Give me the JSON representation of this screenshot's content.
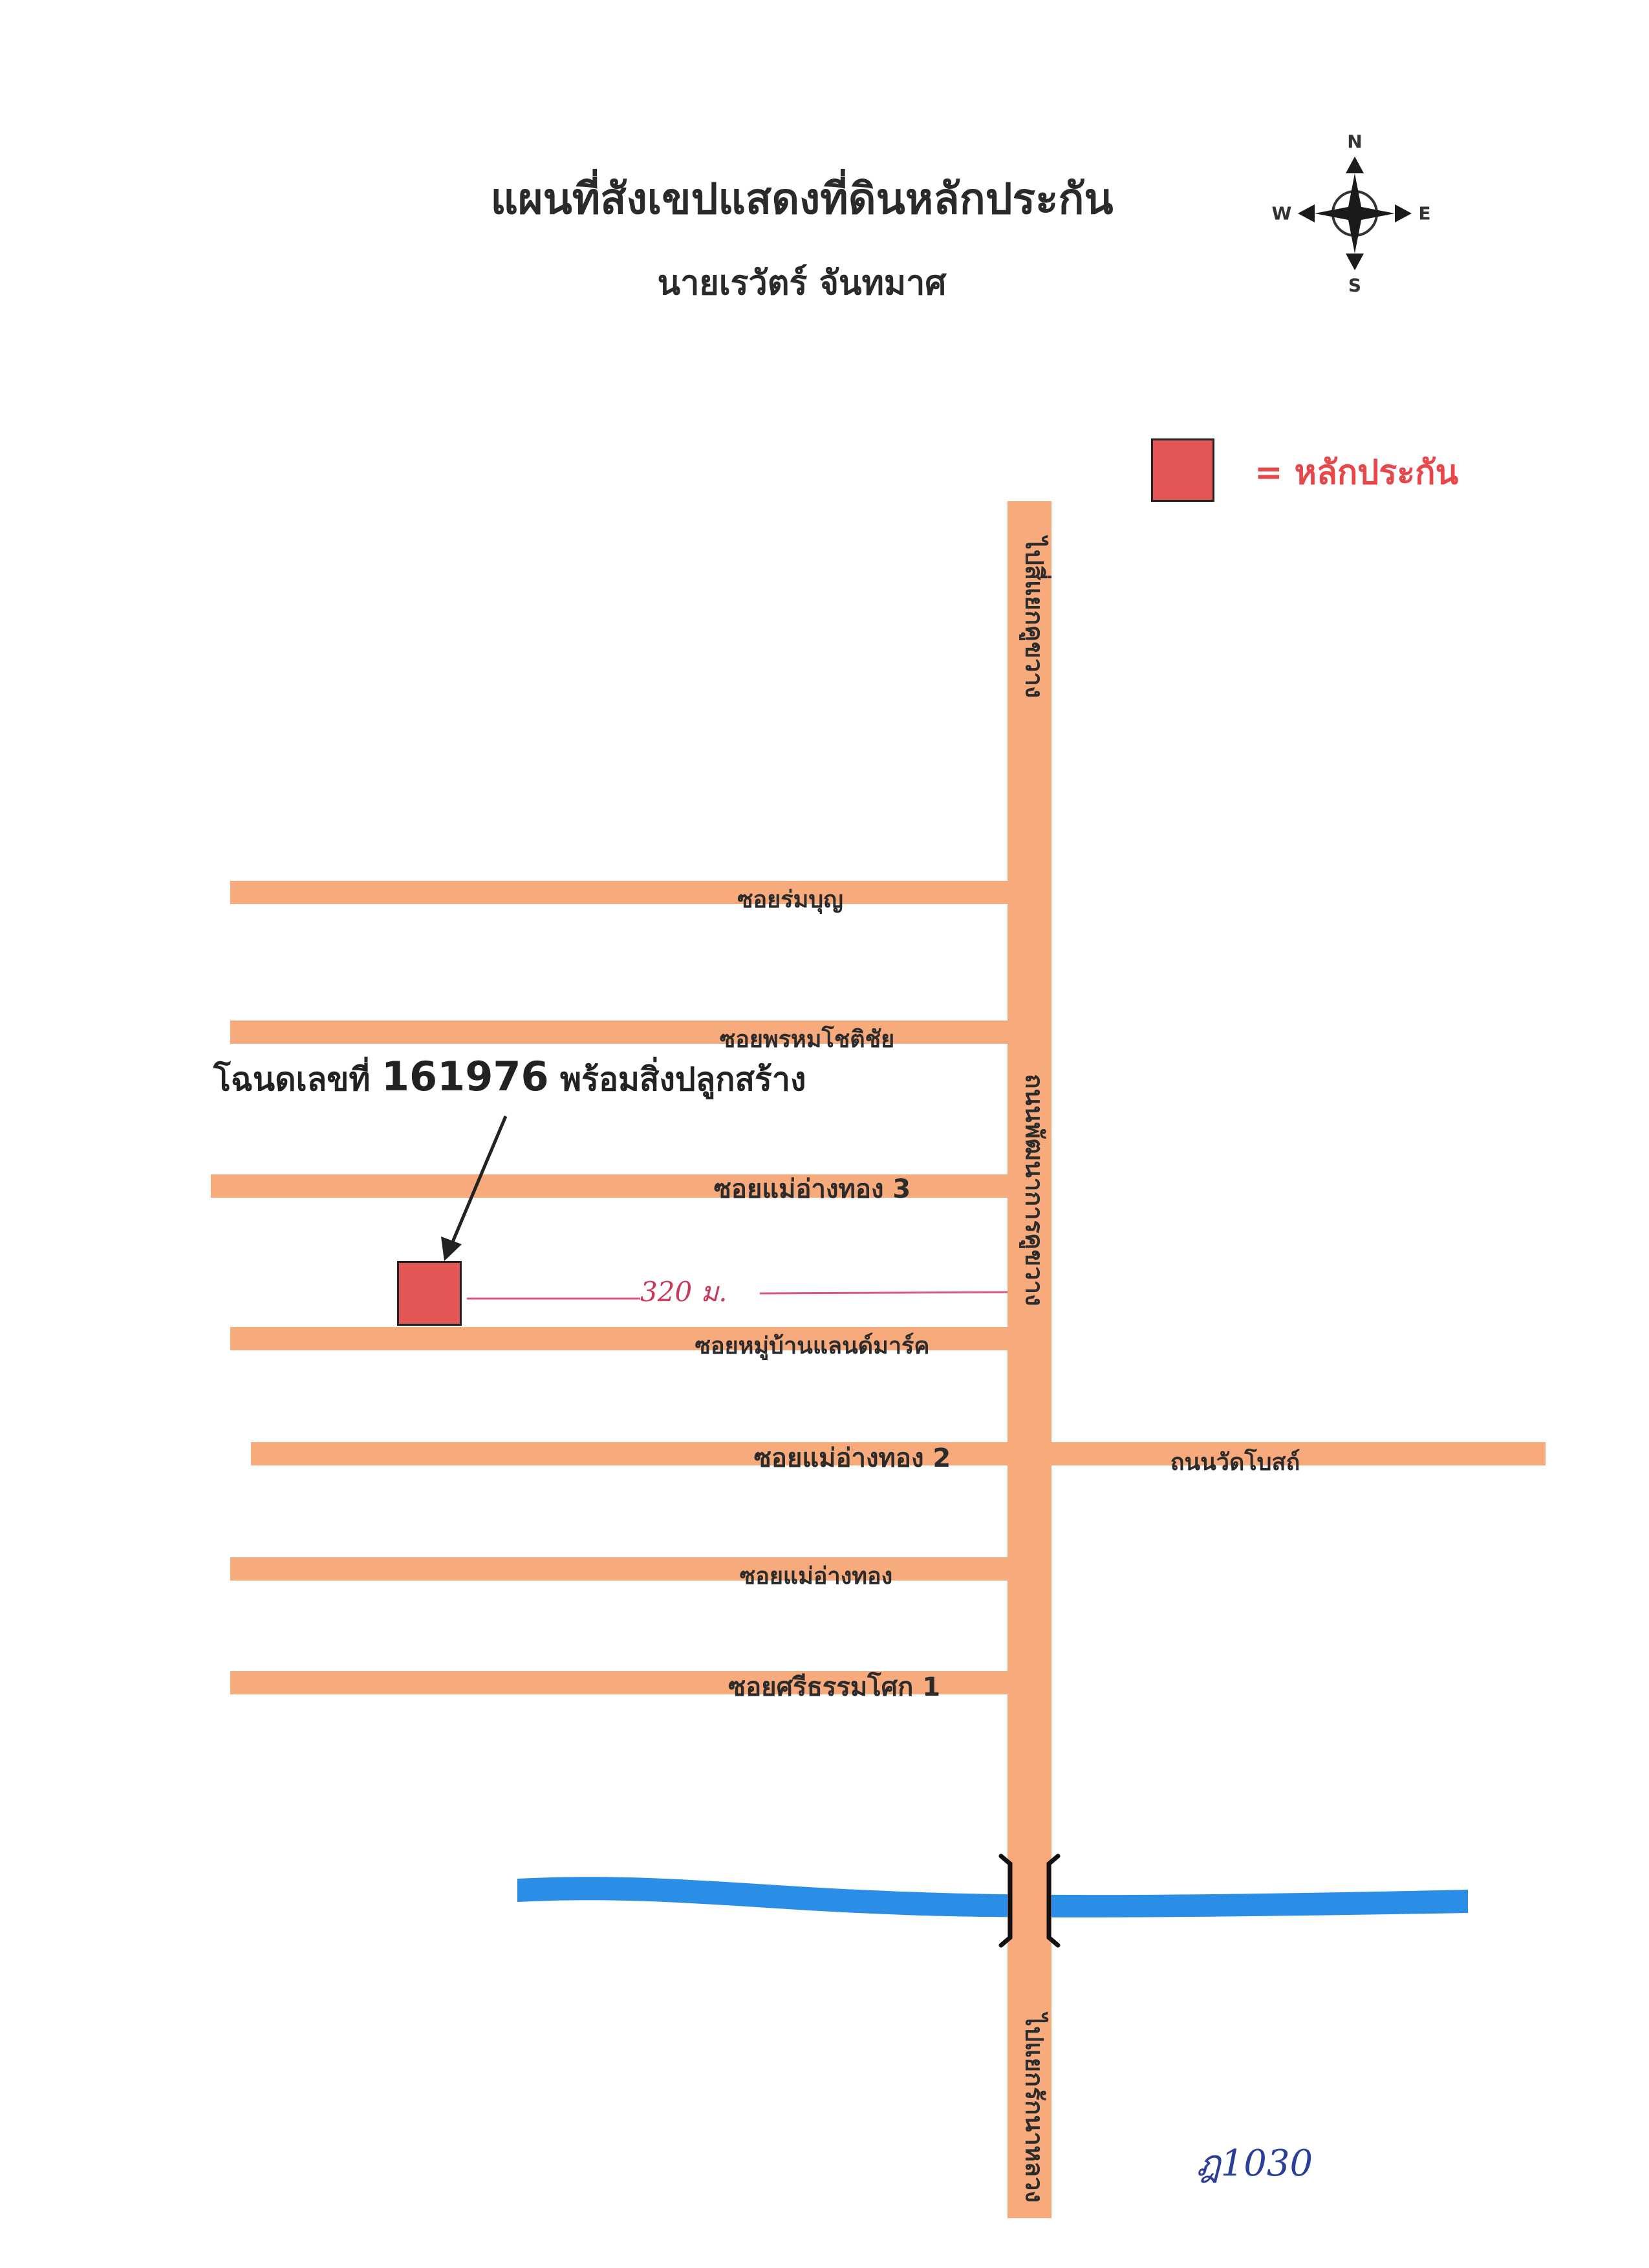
{
  "header": {
    "title": "แผนที่สังเขปแสดงที่ดินหลักประกัน",
    "owner": "นายเรวัตร์  จันทมาศ"
  },
  "compass": {
    "north": "N",
    "south": "S",
    "east": "E",
    "west": "W"
  },
  "legend": {
    "label": "= หลักประกัน",
    "color": "#e25656"
  },
  "main_road": {
    "top_label": "ไปสี่แยกคูขวาง",
    "middle_label": "ถนนพัฒนาการคูขวาง",
    "bottom_label": "ไปแยกรักนาหลวง"
  },
  "streets": [
    {
      "name": "ซอยร่มบุญ"
    },
    {
      "name": "ซอยพรหมโชติชัย"
    },
    {
      "name": "ซอยแม่อ่างทอง 3"
    },
    {
      "name": "ซอยหมู่บ้านแลนด์มาร์ค"
    },
    {
      "name": "ซอยแม่อ่างทอง 2"
    },
    {
      "name": "ซอยแม่อ่างทอง"
    },
    {
      "name": "ซอยศรีธรรมโศก 1"
    }
  ],
  "east_road": {
    "name": "ถนนวัดโบสถ์"
  },
  "property": {
    "label_prefix": "โฉนดเลขที่",
    "deed_number": "161976",
    "label_suffix": "พร้อมสิ่งปลูกสร้าง",
    "distance_note": "320 ม."
  },
  "page_ref": "ฎ1030",
  "colors": {
    "road": "#f7ab7c",
    "river": "#2a8de6",
    "marker": "#e25656",
    "legend_text": "#e8474a"
  }
}
